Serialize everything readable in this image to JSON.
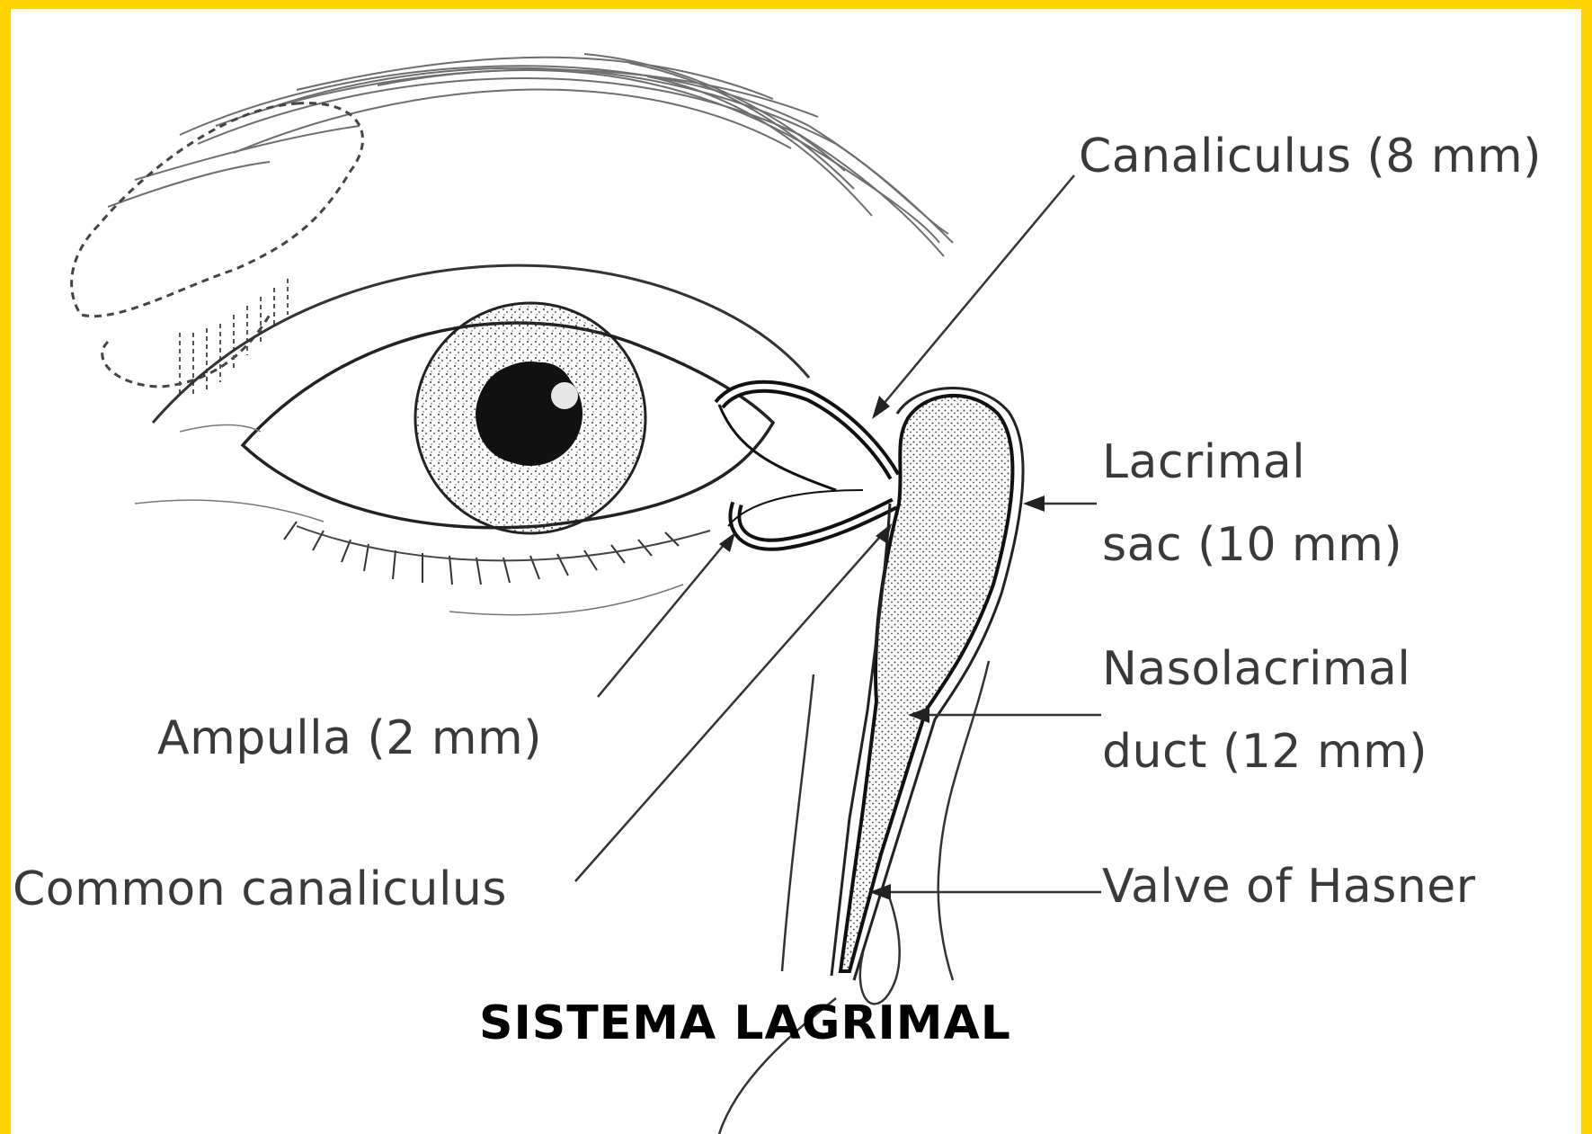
{
  "labels": {
    "canaliculus": "Canaliculus (8 mm)",
    "lacrimal_sac_1": "Lacrimal",
    "lacrimal_sac_2": "sac (10 mm)",
    "nasolacrimal_1": "Nasolacrimal",
    "nasolacrimal_2": "duct (12 mm)",
    "valve": "Valve of Hasner",
    "ampulla": "Ampulla (2 mm)",
    "common_canaliculus": "Common canaliculus"
  },
  "title": "SISTEMA LAGRIMAL",
  "colors": {
    "border": "#FFD200",
    "ink": "#222222",
    "label": "#3a3a3a"
  }
}
